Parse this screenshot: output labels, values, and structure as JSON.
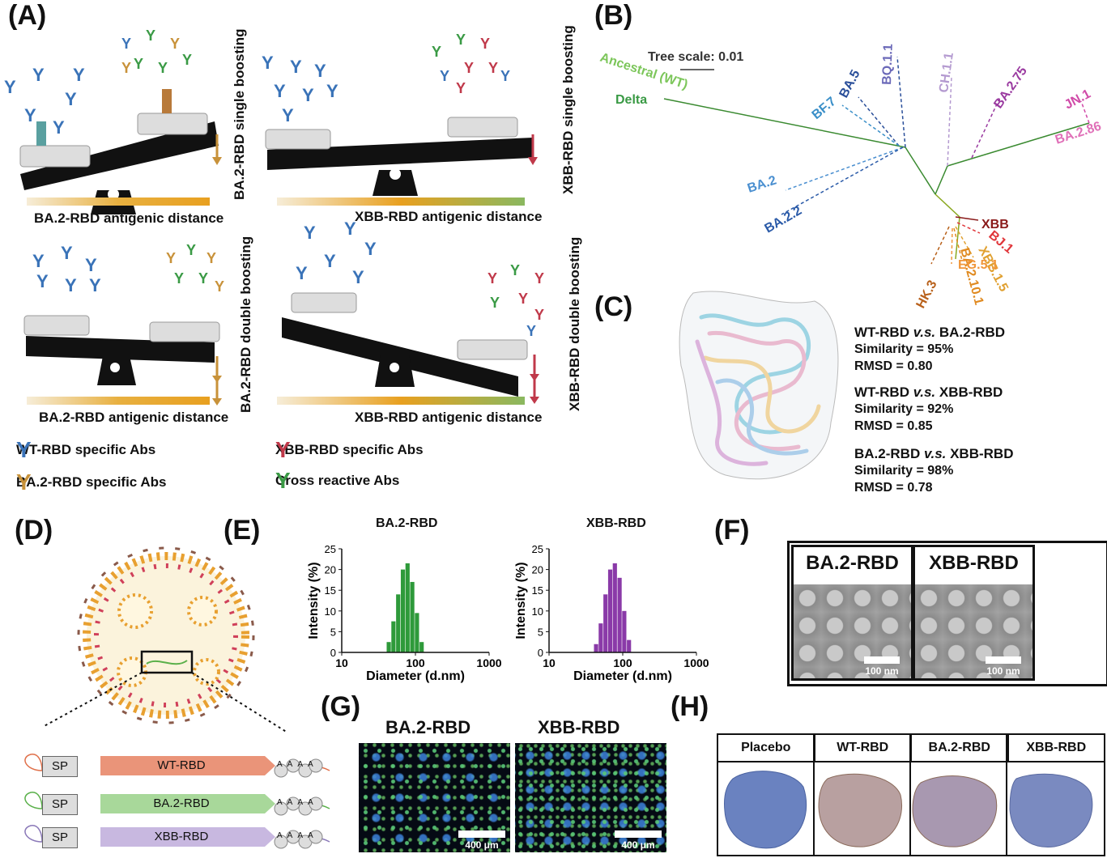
{
  "panels": {
    "A": "(A)",
    "B": "(B)",
    "C": "(C)",
    "D": "(D)",
    "E": "(E)",
    "F": "(F)",
    "G": "(G)",
    "H": "(H)"
  },
  "panelA": {
    "labels": {
      "ba2_single": "BA.2-RBD single boosting",
      "xbb_single": "XBB-RBD single boosting",
      "ba2_double": "BA.2-RBD double boosting",
      "xbb_double": "XBB-RBD double boosting",
      "ba2_distance": "BA.2-RBD antigenic distance",
      "xbb_distance": "XBB-RBD antigenic distance"
    },
    "legend": [
      {
        "label": "WT-RBD specific Abs",
        "color": "#3a73b8"
      },
      {
        "label": "BA.2-RBD specific Abs",
        "color": "#c8923a"
      },
      {
        "label": "XBB-RBD specific Abs",
        "color": "#c0394a"
      },
      {
        "label": "Cross reactive Abs",
        "color": "#3a9a45"
      }
    ]
  },
  "panelB": {
    "tree_scale": "Tree scale: 0.01",
    "leaves": [
      {
        "label": "Ancestral (WT)",
        "color": "#7cc65a"
      },
      {
        "label": "Delta",
        "color": "#3a9a45"
      },
      {
        "label": "BF.7",
        "color": "#3a8fc8"
      },
      {
        "label": "BA.5",
        "color": "#2a4f9a"
      },
      {
        "label": "BQ.1.1",
        "color": "#6a68b8"
      },
      {
        "label": "CH.1.1",
        "color": "#b49ad0"
      },
      {
        "label": "BA.2.75",
        "color": "#9a3aa0"
      },
      {
        "label": "JN.1",
        "color": "#d04aa8"
      },
      {
        "label": "BA.2.86",
        "color": "#e070b8"
      },
      {
        "label": "BA.2",
        "color": "#4a8fd0"
      },
      {
        "label": "BA.2.2",
        "color": "#2a5aa8"
      },
      {
        "label": "XBB",
        "color": "#8a1a1a"
      },
      {
        "label": "BJ.1",
        "color": "#e0363a"
      },
      {
        "label": "XBB.1.5",
        "color": "#e0a030"
      },
      {
        "label": "BA.2.10.1",
        "color": "#e08a20"
      },
      {
        "label": "EG.5.1",
        "color": "#f0963a"
      },
      {
        "label": "HK.3",
        "color": "#b8601a"
      }
    ]
  },
  "panelC": {
    "comparisons": [
      {
        "title_a": "WT-RBD ",
        "vs": "v.s.",
        "title_b": " BA.2-RBD",
        "similarity": "Similarity = 95%",
        "rmsd": "RMSD = 0.80"
      },
      {
        "title_a": "WT-RBD ",
        "vs": "v.s.",
        "title_b": " XBB-RBD",
        "similarity": "Similarity = 92%",
        "rmsd": "RMSD = 0.85"
      },
      {
        "title_a": "BA.2-RBD ",
        "vs": "v.s.",
        "title_b": " XBB-RBD",
        "similarity": "Similarity = 98%",
        "rmsd": "RMSD = 0.78"
      }
    ]
  },
  "panelD": {
    "constructs": [
      {
        "sp": "SP",
        "label": "WT-RBD",
        "color": "#e8886a",
        "tail": "#e0704a"
      },
      {
        "sp": "SP",
        "label": "BA.2-RBD",
        "color": "#a8d89a",
        "tail": "#5ab04a"
      },
      {
        "sp": "SP",
        "label": "XBB-RBD",
        "color": "#c8b8e0",
        "tail": "#8a78b8"
      }
    ],
    "polyA": "A"
  },
  "panelE": {
    "charts_meta": {
      "ylabel": "Intensity (%)",
      "xlabel": "Diameter (d.nm)"
    }
  },
  "chart_data": [
    {
      "type": "bar",
      "title": "BA.2-RBD",
      "xlabel": "Diameter (d.nm)",
      "ylabel": "Intensity (%)",
      "xscale": "log",
      "xlim": [
        10,
        1000
      ],
      "ylim": [
        0,
        25
      ],
      "xticks": [
        "10",
        "100",
        "1000"
      ],
      "yticks": [
        "0",
        "5",
        "10",
        "15",
        "20",
        "25"
      ],
      "color": "#2e9a3a",
      "x": [
        43.8,
        50.7,
        58.8,
        68.1,
        78.8,
        91.3,
        105.7,
        122.4
      ],
      "values": [
        2.5,
        7.5,
        14,
        20,
        21.5,
        17,
        9.5,
        2.5
      ]
    },
    {
      "type": "bar",
      "title": "XBB-RBD",
      "xlabel": "Diameter (d.nm)",
      "ylabel": "Intensity (%)",
      "xscale": "log",
      "xlim": [
        10,
        1000
      ],
      "ylim": [
        0,
        25
      ],
      "xticks": [
        "10",
        "100",
        "1000"
      ],
      "yticks": [
        "0",
        "5",
        "10",
        "15",
        "20",
        "25"
      ],
      "color": "#8a3aa8",
      "x": [
        43.8,
        50.7,
        58.8,
        68.1,
        78.8,
        91.3,
        105.7,
        122.4
      ],
      "values": [
        2,
        7,
        14,
        20,
        21.5,
        18,
        10,
        3
      ]
    }
  ],
  "panelF": {
    "images": [
      {
        "title": "BA.2-RBD",
        "scale": "100 nm"
      },
      {
        "title": "XBB-RBD",
        "scale": "100 nm"
      }
    ]
  },
  "panelG": {
    "images": [
      {
        "title": "BA.2-RBD",
        "scale": "400 μm"
      },
      {
        "title": "XBB-RBD",
        "scale": "400 μm"
      }
    ]
  },
  "panelH": {
    "columns": [
      "Placebo",
      "WT-RBD",
      "BA.2-RBD",
      "XBB-RBD"
    ]
  }
}
